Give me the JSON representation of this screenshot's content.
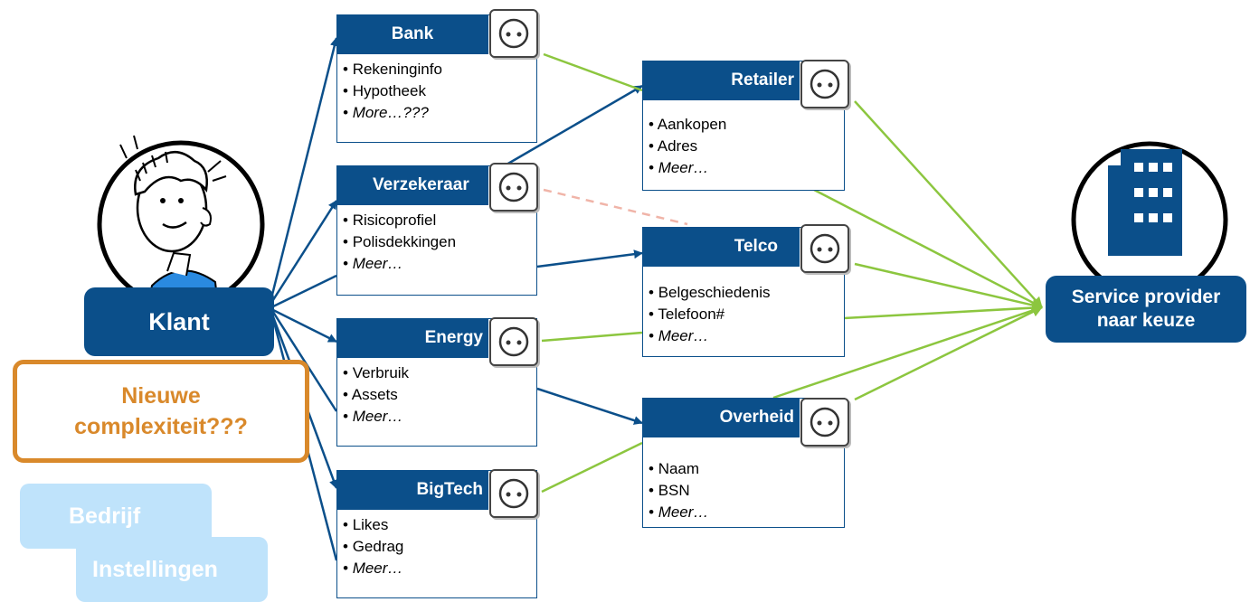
{
  "customer": {
    "label": "Klant"
  },
  "complexity": {
    "label": "Nieuwe complexiteit???"
  },
  "company": {
    "label": "Bedrijf"
  },
  "institutions": {
    "label": "Instellingen"
  },
  "provider": {
    "label": "Service provider naar keuze"
  },
  "sources": [
    {
      "title": "Bank",
      "items": [
        "Rekeninginfo",
        "Hypotheek"
      ],
      "more": "More…???"
    },
    {
      "title": "Verzekeraar",
      "items": [
        "Risicoprofiel",
        "Polisdekkingen"
      ],
      "more": "Meer…"
    },
    {
      "title": "Energy",
      "items": [
        "Verbruik",
        "Assets"
      ],
      "more": "Meer…"
    },
    {
      "title": "BigTech",
      "items": [
        "Likes",
        "Gedrag"
      ],
      "more": "Meer…"
    }
  ],
  "intermediaries": [
    {
      "title": "Retailer",
      "items": [
        "Aankopen",
        "Adres"
      ],
      "more": "Meer…"
    },
    {
      "title": "Telco",
      "items": [
        "Belgeschiedenis",
        "Telefoon#"
      ],
      "more": "Meer…"
    },
    {
      "title": "Overheid",
      "items": [
        "Naam",
        "BSN"
      ],
      "more": "Meer…"
    }
  ],
  "colors": {
    "blue": "#0b4f8a",
    "green": "#8cc63f",
    "orange": "#d9892b",
    "light_blue": "#bfe3fb",
    "dashed": "#f0b4a8"
  },
  "icons": [
    "person-illustration",
    "building-icon",
    "socket-icon"
  ]
}
